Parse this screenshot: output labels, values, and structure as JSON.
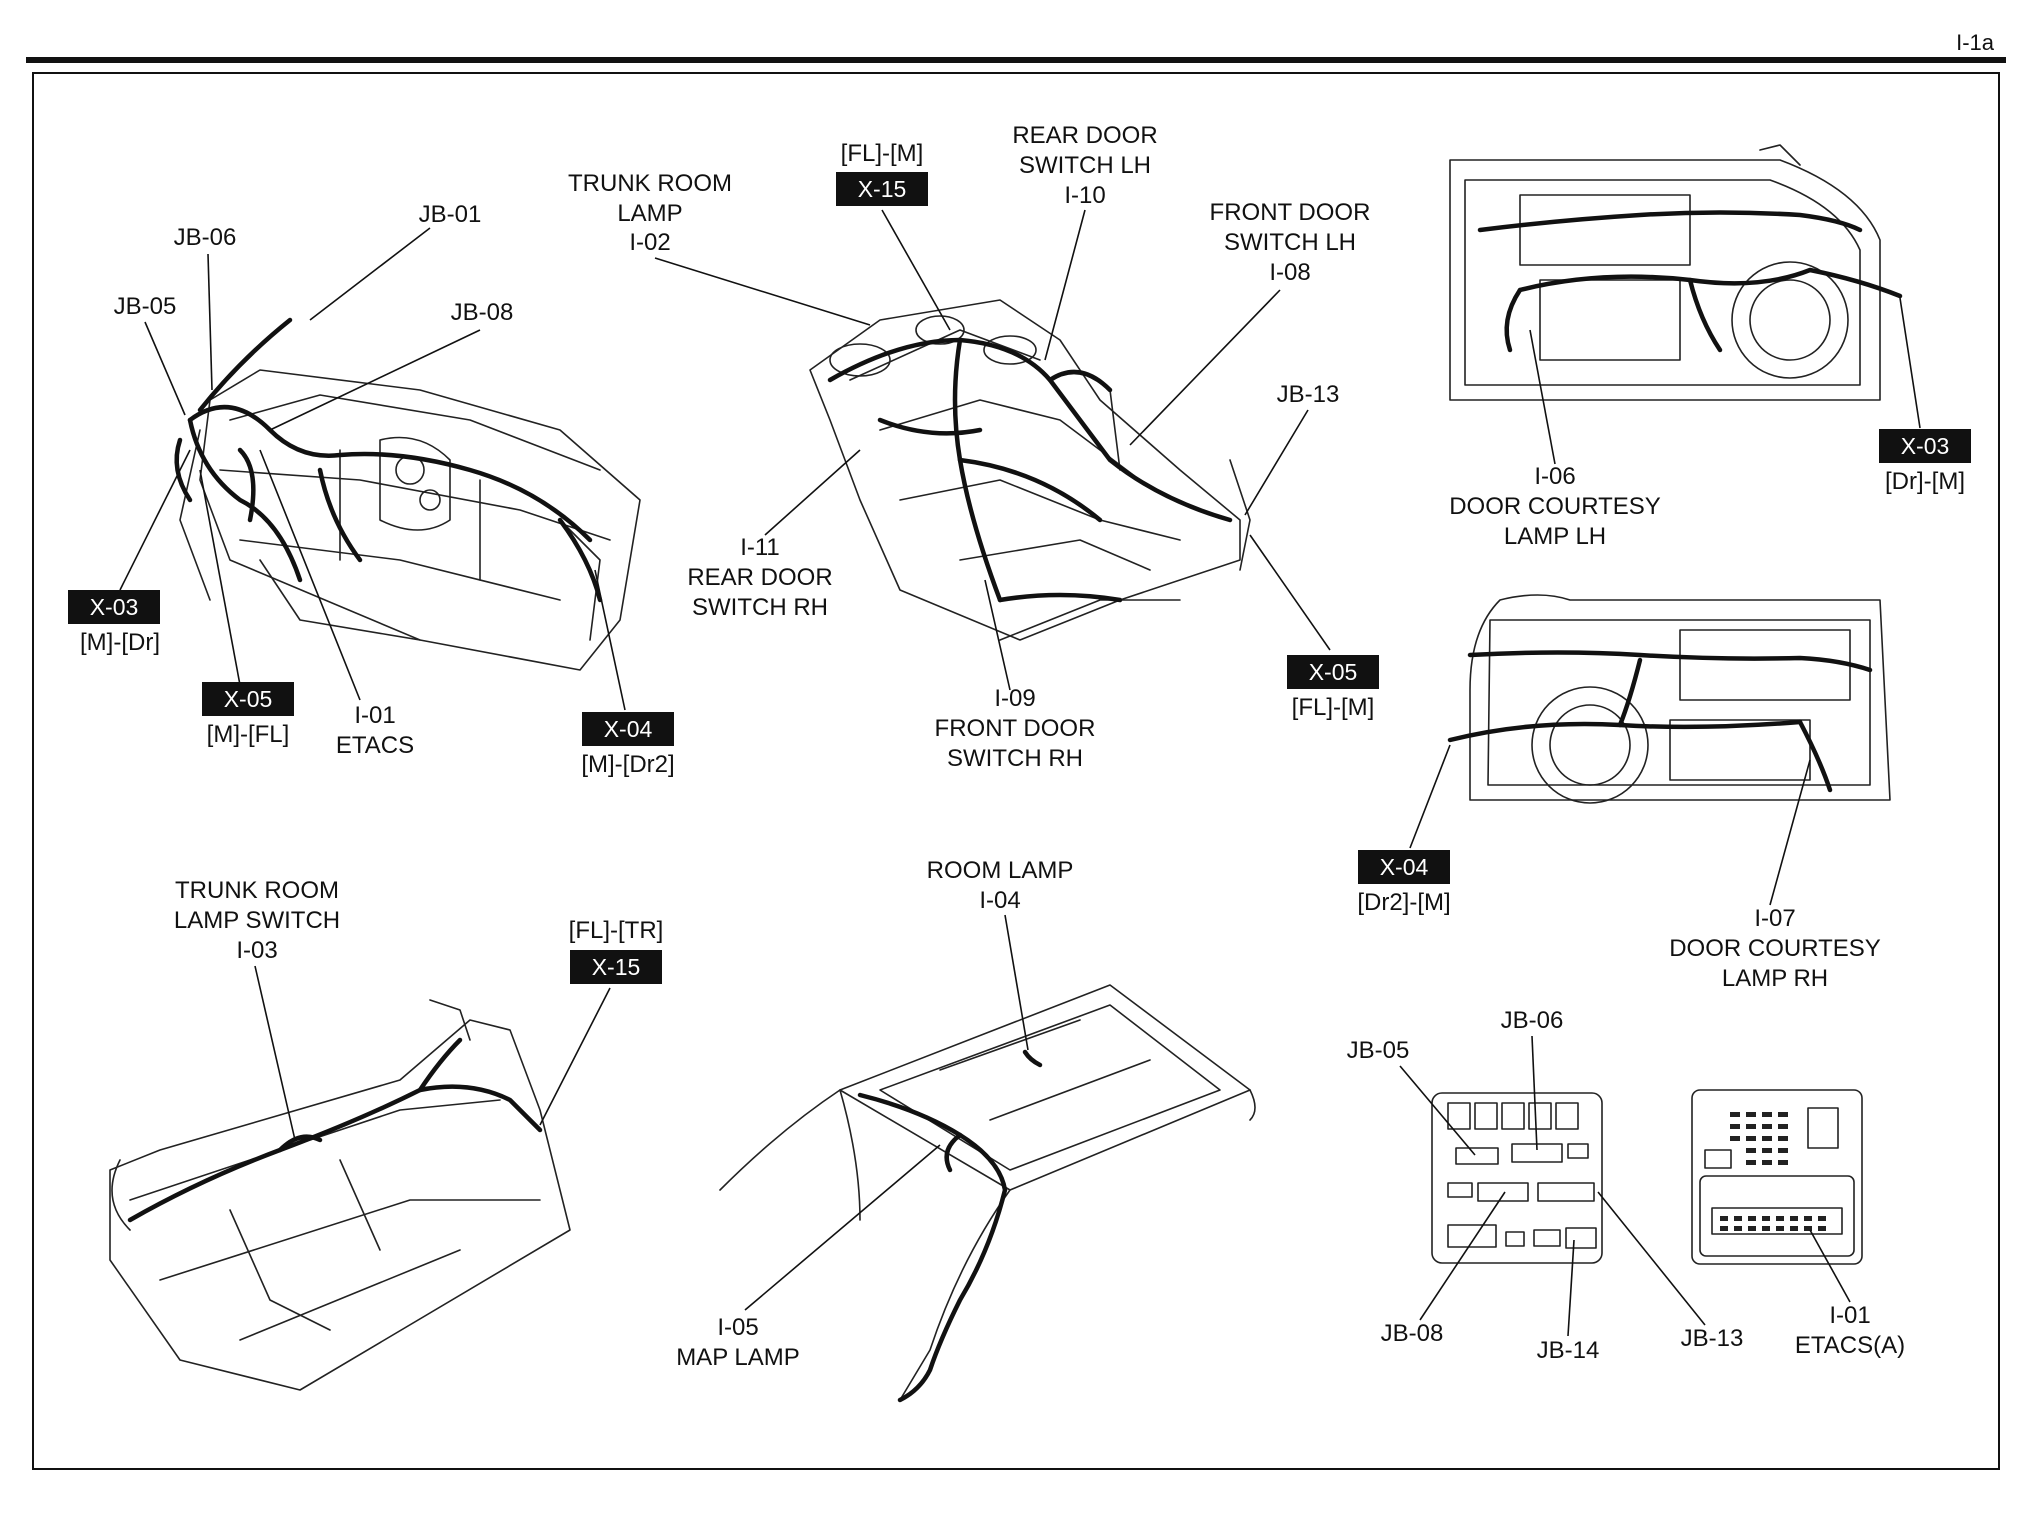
{
  "page_number": "I-1a",
  "dashboard": {
    "jb06": "JB-06",
    "jb01": "JB-01",
    "jb05": "JB-05",
    "jb08": "JB-08",
    "x03": {
      "tag": "X-03",
      "sub": "[M]-[Dr]"
    },
    "x05": {
      "tag": "X-05",
      "sub": "[M]-[FL]"
    },
    "etacs": {
      "code": "I-01",
      "name": "ETACS"
    },
    "x04": {
      "tag": "X-04",
      "sub": "[M]-[Dr2]"
    }
  },
  "floor": {
    "trunk_room_lamp": {
      "line1": "TRUNK ROOM",
      "line2": "LAMP",
      "code": "I-02"
    },
    "x15": {
      "sub": "[FL]-[M]",
      "tag": "X-15"
    },
    "rear_door_switch_lh": {
      "line1": "REAR DOOR",
      "line2": "SWITCH LH",
      "code": "I-10"
    },
    "front_door_switch_lh": {
      "line1": "FRONT DOOR",
      "line2": "SWITCH LH",
      "code": "I-08"
    },
    "jb13": "JB-13",
    "rear_door_switch_rh": {
      "code": "I-11",
      "line1": "REAR DOOR",
      "line2": "SWITCH RH"
    },
    "front_door_switch_rh": {
      "code": "I-09",
      "line1": "FRONT DOOR",
      "line2": "SWITCH RH"
    },
    "x05": {
      "tag": "X-05",
      "sub": "[FL]-[M]"
    }
  },
  "door_lh": {
    "x03": {
      "tag": "X-03",
      "sub": "[Dr]-[M]"
    },
    "lamp": {
      "code": "I-06",
      "line1": "DOOR COURTESY",
      "line2": "LAMP LH"
    }
  },
  "door_rh": {
    "x04": {
      "tag": "X-04",
      "sub": "[Dr2]-[M]"
    },
    "lamp": {
      "code": "I-07",
      "line1": "DOOR COURTESY",
      "line2": "LAMP RH"
    }
  },
  "trunk": {
    "switch": {
      "line1": "TRUNK ROOM",
      "line2": "LAMP SWITCH",
      "code": "I-03"
    },
    "x15": {
      "sub": "[FL]-[TR]",
      "tag": "X-15"
    }
  },
  "roof": {
    "room_lamp": {
      "line1": "ROOM LAMP",
      "code": "I-04"
    },
    "map_lamp": {
      "code": "I-05",
      "name": "MAP LAMP"
    }
  },
  "junction": {
    "jb05": "JB-05",
    "jb06": "JB-06",
    "jb08": "JB-08",
    "jb14": "JB-14",
    "jb13": "JB-13",
    "etacs": {
      "code": "I-01",
      "name": "ETACS(A)"
    }
  }
}
